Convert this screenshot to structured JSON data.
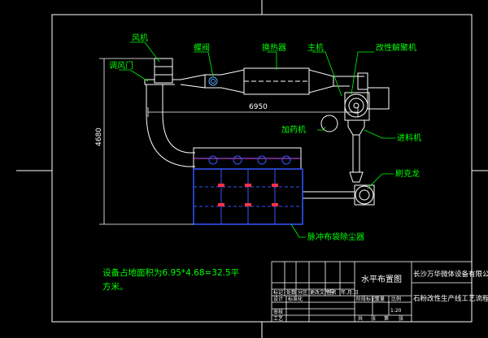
{
  "labels": {
    "fan": "风机",
    "damper": "调风门",
    "butterfly_valve": "蝶阀",
    "heat_exchanger": "换热器",
    "main_machine": "主机",
    "modifier_deagglomerator": "改性解聚机",
    "dosing_machine": "加药机",
    "feeder": "进料机",
    "cyclone": "刷克龙",
    "pulse_bag_filter": "脉冲布袋除尘器"
  },
  "dimensions": {
    "horizontal": "6950",
    "vertical": "4680"
  },
  "note": {
    "line1": "设备占地面积为6.95*4.68=32.5平",
    "line2": "方米。"
  },
  "title_block": {
    "drawing_title": "水平布置图",
    "company": "长沙万华微体设备有限公司",
    "project": "石粉改性生产线工艺流程图",
    "scale": "1:20",
    "row_labels": [
      "标记",
      "处数",
      "分区",
      "更改文件号",
      "签名",
      "年.月.日"
    ],
    "sign_labels": [
      "设计",
      "标准化",
      "审核",
      "工艺"
    ],
    "stage_labels": [
      "阶段标记",
      "重量",
      "比例"
    ],
    "sheet_labels": [
      "共",
      "张",
      "第",
      "张"
    ]
  },
  "colors": {
    "background": "#000000",
    "frame": "#ffffff",
    "label_text": "#00ff00",
    "equipment": "#ffffff",
    "filter": "#3355ff",
    "filter_accent": "#ff3344",
    "gas_line": "#cc55ff",
    "leader": "#00ff00",
    "valve": "#55aaff"
  }
}
